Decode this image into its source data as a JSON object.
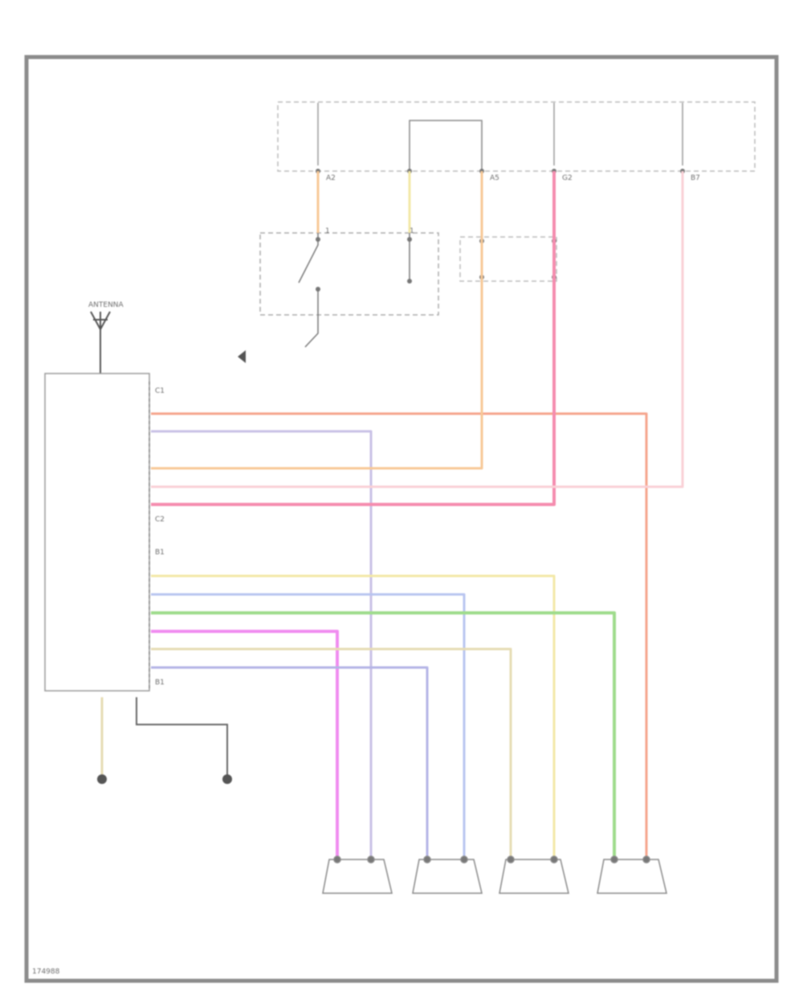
{
  "figure_id": "174988",
  "antenna_label": "ANTENNA",
  "pin_labels": [
    {
      "text": "C1"
    },
    {
      "text": "C2"
    },
    {
      "text": "1"
    },
    {
      "text": "1"
    },
    {
      "text": "B1"
    },
    {
      "text": "B1"
    },
    {
      "text": "G2"
    },
    {
      "text": "A2"
    },
    {
      "text": "A5"
    },
    {
      "text": "B7"
    }
  ],
  "wire_colors": {
    "orange": "#f7c896",
    "salmon": "#f5a48c",
    "lavender": "#c8c0e6",
    "pink": "#f58cae",
    "light_pink": "#fad0d6",
    "yellow": "#f3e8a6",
    "blue": "#b8c4f0",
    "green": "#9fdc8c",
    "magenta": "#f08cf0",
    "tan": "#e6dcb4",
    "purple": "#b4b4e6",
    "gray": "#555555",
    "frame": "#8c8c8c"
  }
}
